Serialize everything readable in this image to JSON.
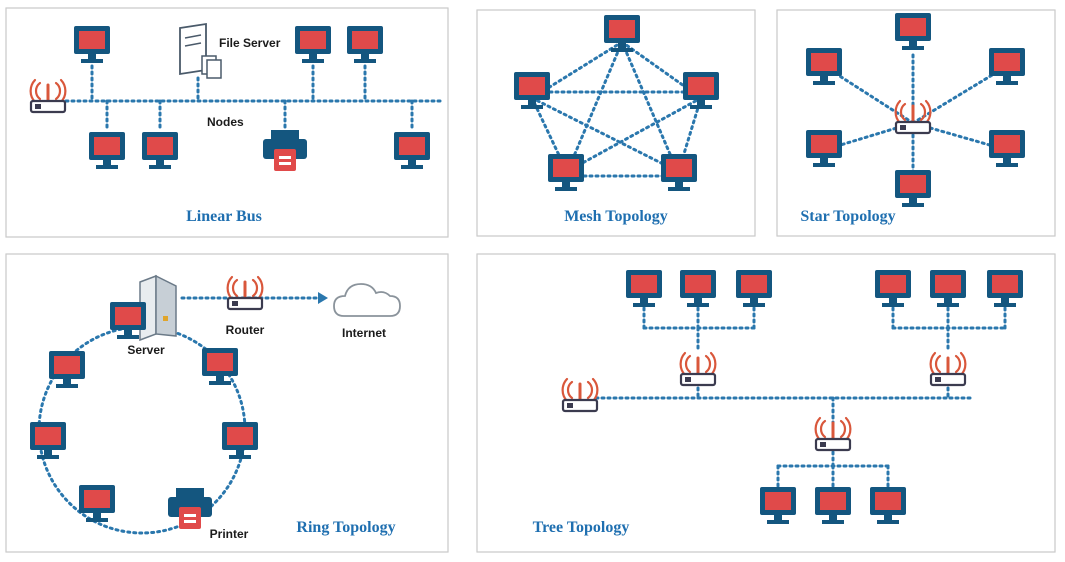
{
  "colors": {
    "link": "#2a77ad",
    "monitor_frame": "#14567f",
    "monitor_screen": "#e04a4a",
    "caption": "#1f6fb0",
    "router_wave": "#d9573b"
  },
  "panels": {
    "linear_bus": {
      "caption": "Linear Bus",
      "file_server_label": "File Server",
      "nodes_label": "Nodes"
    },
    "mesh": {
      "caption": "Mesh Topology"
    },
    "star": {
      "caption": "Star Topology"
    },
    "ring": {
      "caption": "Ring Topology",
      "server_label": "Server",
      "router_label": "Router",
      "internet_label": "Internet",
      "printer_label": "Printer"
    },
    "tree": {
      "caption": "Tree Topology"
    }
  }
}
